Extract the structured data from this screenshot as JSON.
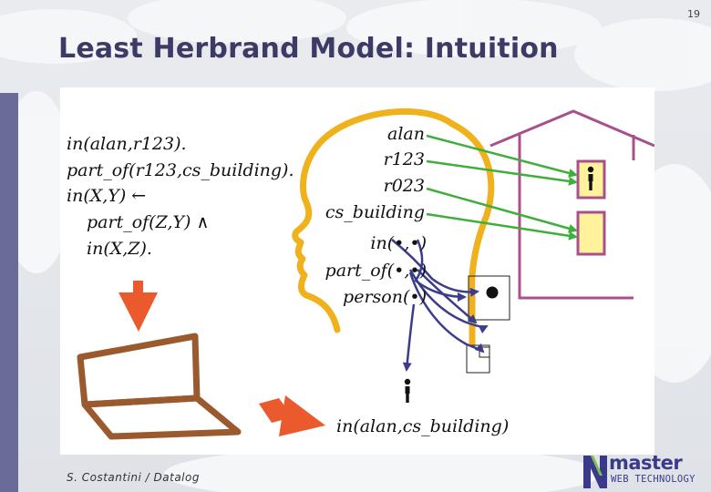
{
  "page_number": "19",
  "title": "Least Herbrand Model: Intuition",
  "footer": "S. Costantini / Datalog",
  "logo": {
    "word_top": "master",
    "word_bottom": "WEB TECHNOLOGY"
  },
  "program": {
    "lines": [
      "in(alan,r123).",
      "part_of(r123,cs_building).",
      "in(X,Y) ←",
      "part_of(Z,Y) ∧",
      "in(X,Z)."
    ]
  },
  "head": {
    "constants": [
      "alan",
      "r123",
      "r023",
      "cs_building"
    ],
    "predicates": [
      "in(•,•)",
      "part_of(•,•)",
      "person(•)"
    ]
  },
  "conclusion": "in(alan,cs_building)",
  "colors": {
    "title": "#3b3b66",
    "sidebar": "#6b6b9a",
    "head_outline": "#f0b21c",
    "constant_arrows": "#3fae3a",
    "predicate_arrows": "#3c3c8c",
    "house": "#a8508c",
    "room_fill": "#fff29a",
    "orange_arrows": "#ea5a2c",
    "computer": "#9a5a2e"
  },
  "icons": [
    "person-icon",
    "house",
    "computer",
    "head-outline",
    "logo-n"
  ]
}
